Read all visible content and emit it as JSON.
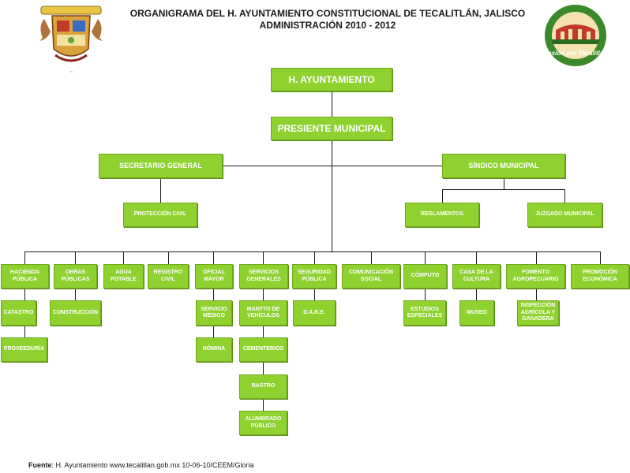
{
  "header": {
    "title_line1": "ORGANIGRAMA DEL H. AYUNTAMIENTO CONSTITUCIONAL DE TECALITLÁN, JALISCO",
    "title_line2": "ADMINISTRACIÓN 2010 - 2012"
  },
  "logo_right": {
    "text": "Pasión por Tecalitlán"
  },
  "org": {
    "ayuntamiento": "H. AYUNTAMIENTO",
    "presidente": "PRESIENTE MUNICIPAL",
    "secretario": "SECRETARIO GENERAL",
    "sindico": "SÍNDICO MUNICIPAL",
    "proteccion_civil": "PROTECCIÓN CIVIL",
    "reglamentos": "REGLAMENTOS",
    "juzgado": "JUZGADO MUNICIPAL",
    "hacienda": "HACIENDA\nPÚBLICA",
    "obras": "OBRAS\nPÚBLICAS",
    "agua": "AGUA\nPOTABLE",
    "registro": "REGISTRO\nCIVIL",
    "oficial": "OFICIAL\nMAYOR",
    "servicios": "SERVICIOS\nGENERALES",
    "seguridad": "SEGURIDAD\nPÚBLICA",
    "comunicacion": "COMUNICACIÓN\nSOCIAL",
    "computo": "CÓMPUTO",
    "casa_cultura": "CASA DE LA\nCULTURA",
    "fomento": "FOMENTO\nAGROPECUARIO",
    "promocion": "PROMOCIÓN\nECONÓMICA",
    "catastro": "CATASTRO",
    "proveeduria": "PROVEEDURÍA",
    "construccion": "CONSTRUCCIÓN",
    "servicio_medico": "SERVICIO\nMÉDICO",
    "nomina": "NÓMINA",
    "mantto": "MANTTO DE\nVEHÍCULOS",
    "cementerios": "CEMENTERIOS",
    "rastro": "RASTRO",
    "alumbrado": "ALUMBRADO\nPÚBLICO",
    "dare": "D.A.R.E.",
    "estudios": "ESTUDIOS\nESPECIALES",
    "museo": "MUSEO",
    "inspeccion": "INSPECCIÓN\nAGRÍCOLA Y\nGANADERA"
  },
  "footer": {
    "label": "Fuente",
    "text": ": H. Ayuntamiento www.tecalitlan.gob.mx 10-06-10/CEEM/Gloria"
  },
  "colors": {
    "box_fill": "#8fd12f",
    "box_border": "#6fa81e",
    "line": "#1a1a1a"
  }
}
